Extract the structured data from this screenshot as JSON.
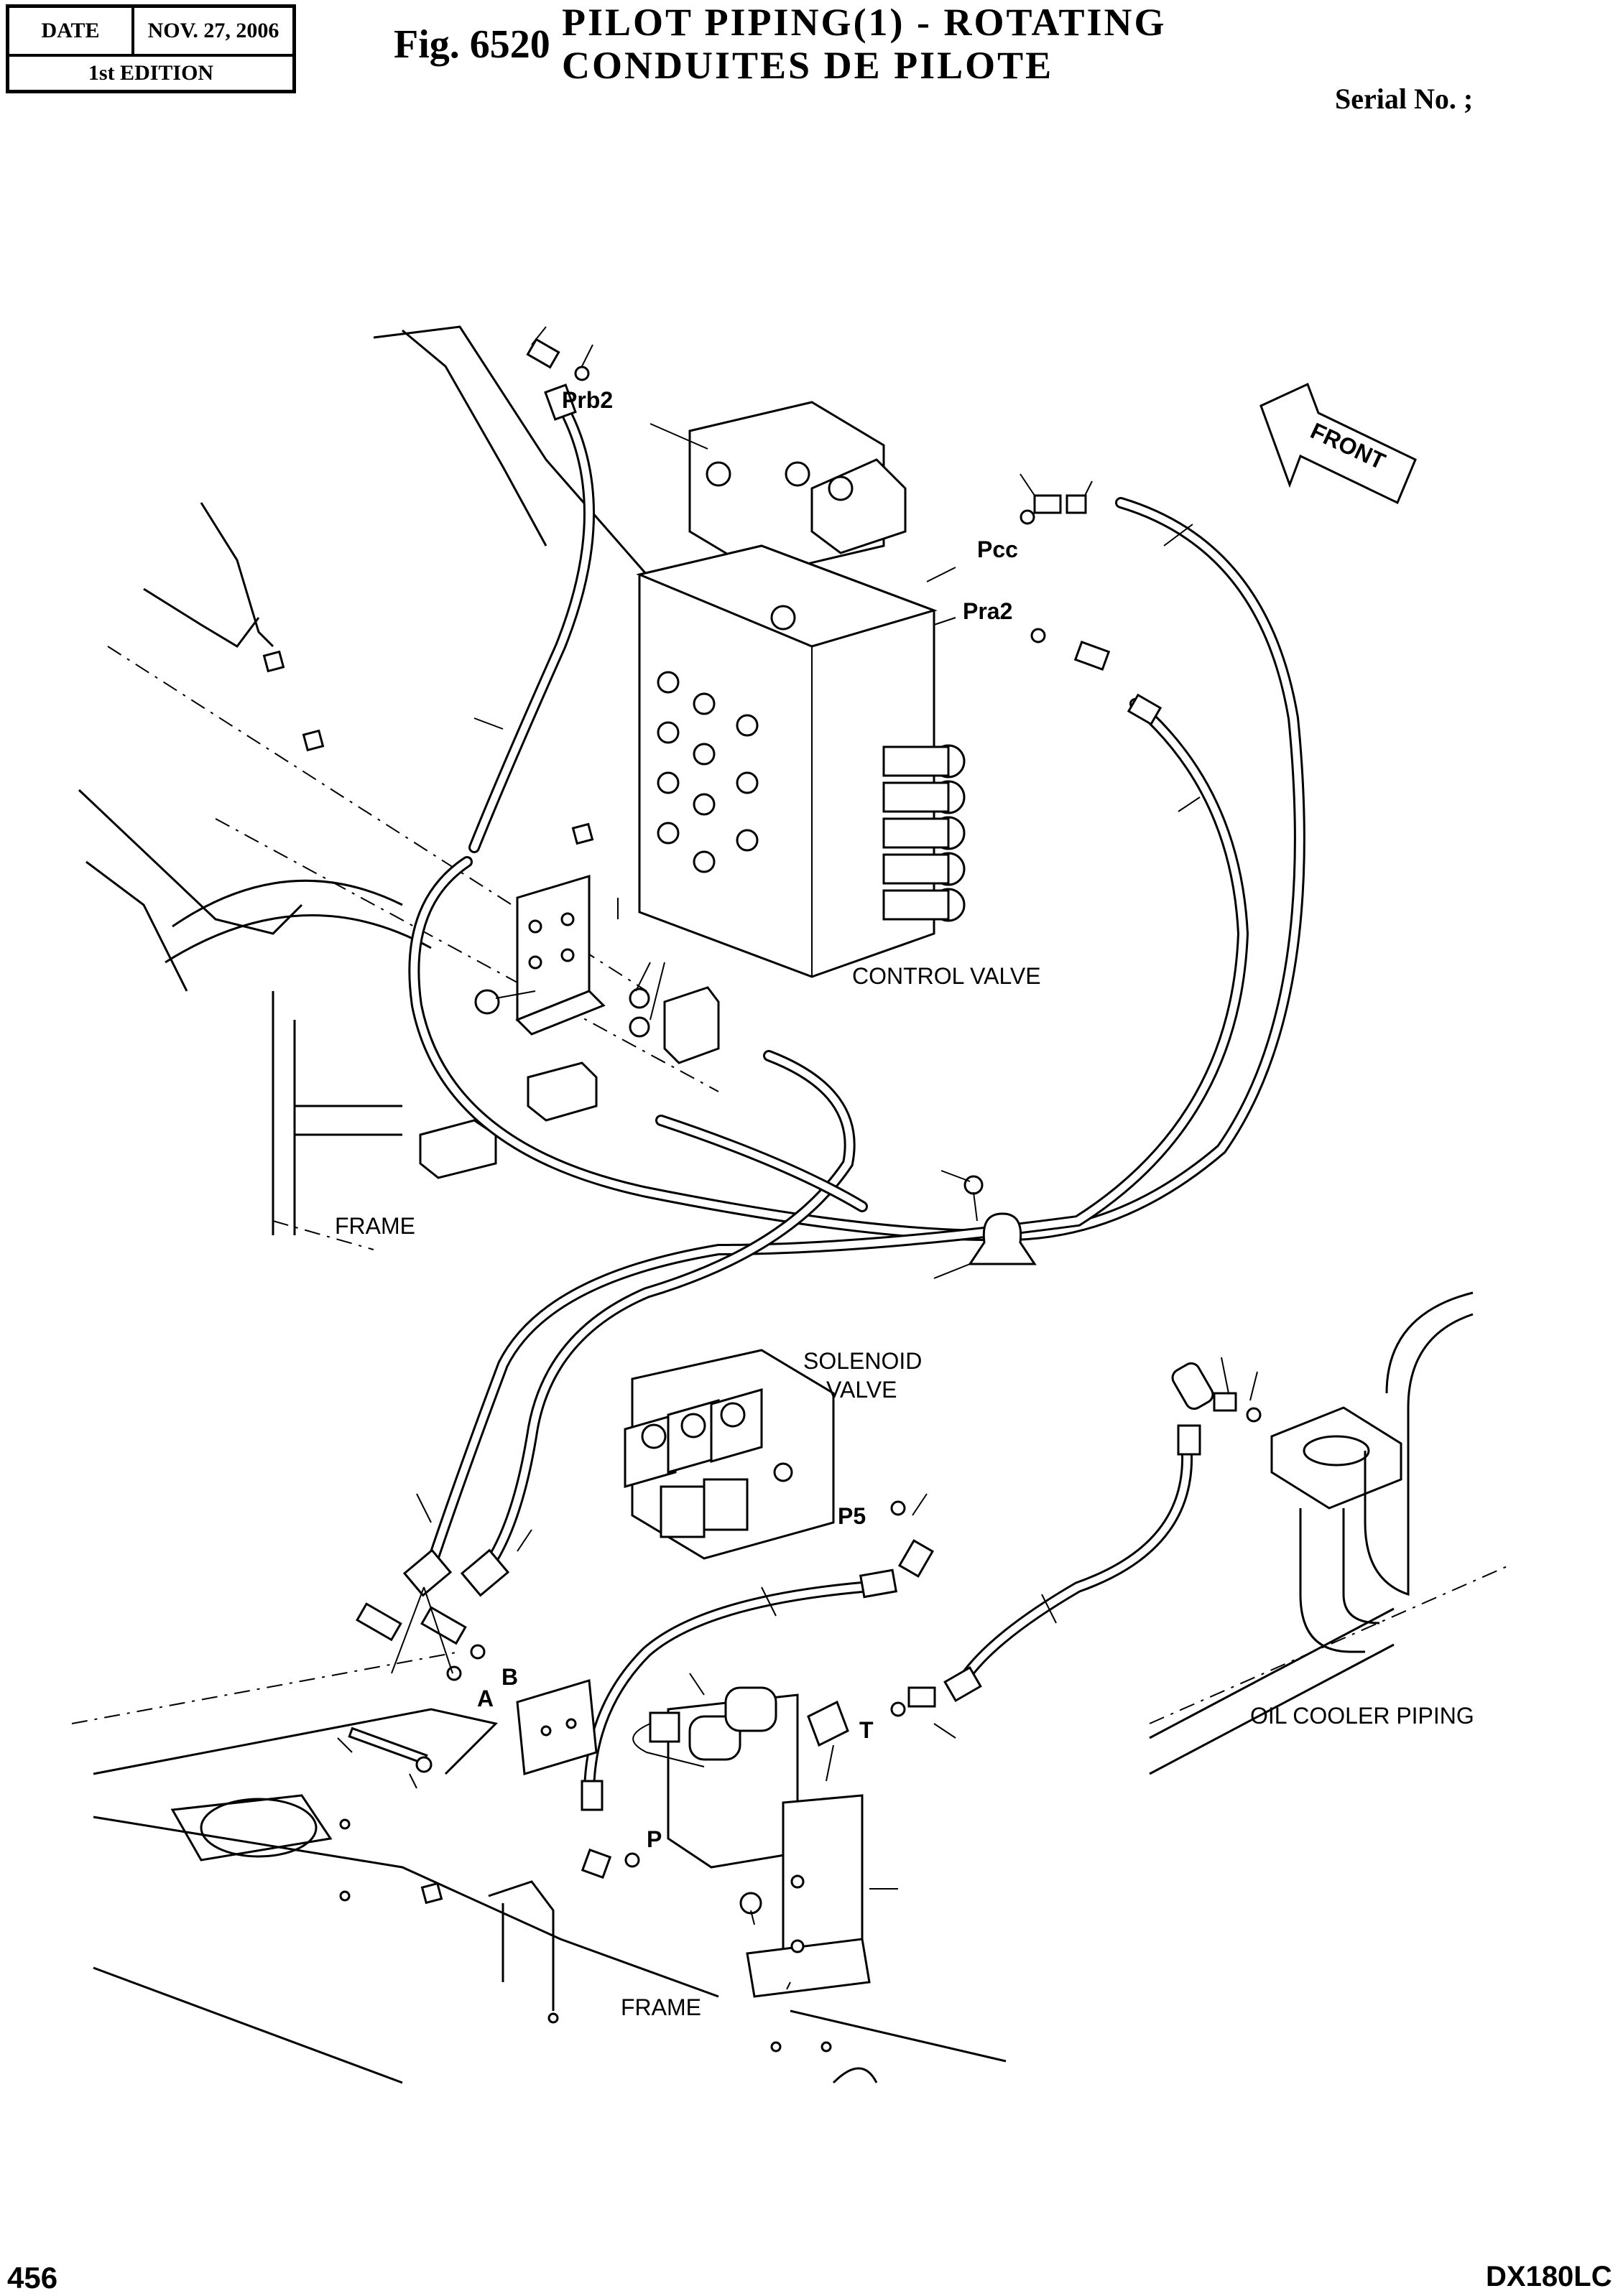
{
  "header": {
    "date_label": "DATE",
    "date_value": "NOV. 27, 2006",
    "edition": "1st EDITION",
    "fig_number": "Fig. 6520",
    "title_line1": "PILOT PIPING(1) - ROTATING",
    "title_line2": "CONDUITES DE PILOTE",
    "serial": "Serial No. ;"
  },
  "labels": {
    "prb2": "Prb2",
    "pcc": "Pcc",
    "pra2": "Pra2",
    "front": "FRONT",
    "control_valve": "CONTROL VALVE",
    "frame_upper": "FRAME",
    "solenoid_line1": "SOLENOID",
    "solenoid_line2": "VALVE",
    "p5": "P5",
    "b": "B",
    "a": "A",
    "t": "T",
    "p": "P",
    "oil_cooler": "OIL COOLER PIPING",
    "frame_lower": "FRAME"
  },
  "footer": {
    "page": "456",
    "model": "DX180LC"
  }
}
